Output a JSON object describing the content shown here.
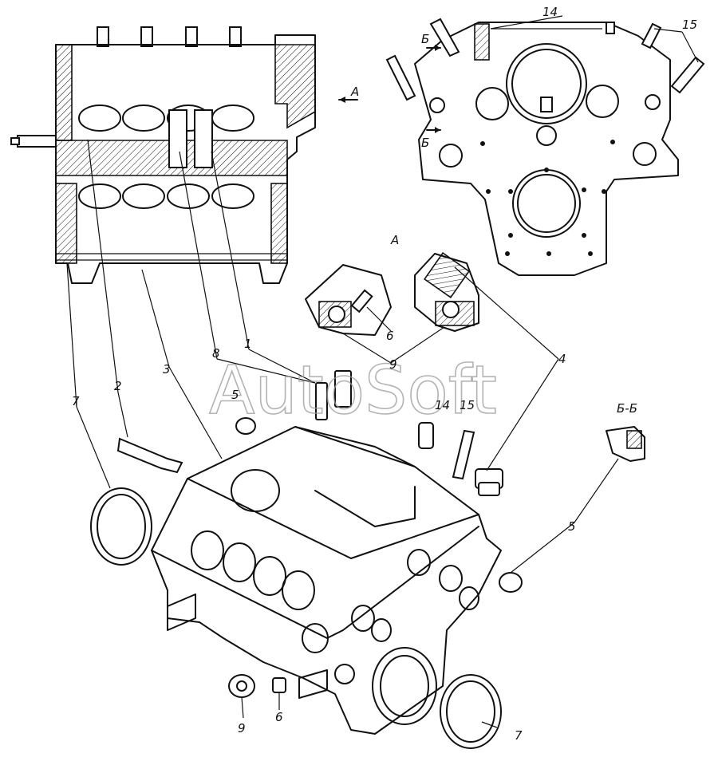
{
  "watermark": "AutoSoft",
  "labels": {
    "l1": "1",
    "l2": "2",
    "l3": "3",
    "l4": "4",
    "l5a": "5",
    "l5b": "5",
    "l6a": "6",
    "l6b": "6",
    "l7a": "7",
    "l7b": "7",
    "l8": "8",
    "l9a": "9",
    "l9b": "9",
    "l14a": "14",
    "l14b": "14",
    "l15a": "15",
    "l15b": "15",
    "viewA_arrow": "А",
    "viewA_title": "А",
    "secB_top": "Б",
    "secB_bottom": "Б",
    "secBB_title": "Б-Б"
  }
}
